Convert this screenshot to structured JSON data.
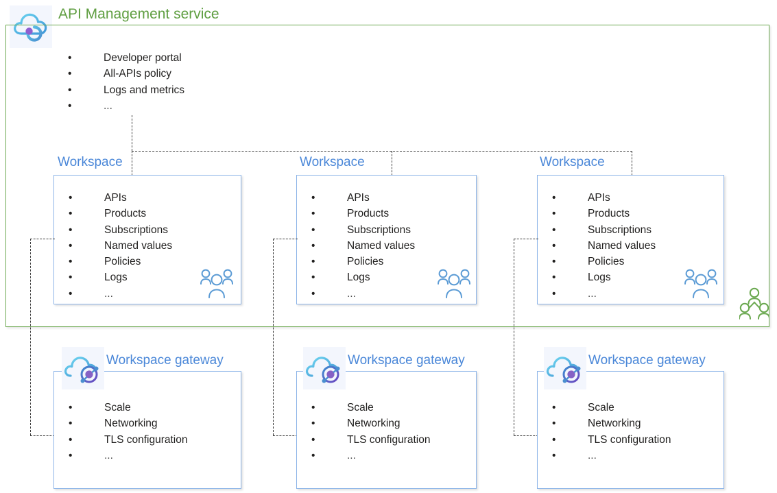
{
  "diagram": {
    "title": "API Management service architecture with workspaces and workspace gateways",
    "colors": {
      "service_border": "#6aa84f",
      "service_title": "#5f9e41",
      "card_border": "#8cb4e8",
      "card_title": "#4a87d8",
      "body_text": "#201f1e",
      "connector": "#3b3b3b",
      "icon_plate": "#f3f6fd",
      "people_blue": "#5b9bd5",
      "people_green": "#6aa84f",
      "cloud_blue": "#49c4ea",
      "gateway_purple": "#8661c5"
    }
  },
  "service": {
    "title": "API Management service",
    "icon": "api-management-cloud-icon",
    "items": [
      "Developer portal",
      "All-APIs policy",
      "Logs and metrics",
      "..."
    ],
    "group_icon": "people-group-green-icon"
  },
  "workspaces": [
    {
      "title": "Workspace",
      "items": [
        "APIs",
        "Products",
        "Subscriptions",
        "Named values",
        "Policies",
        "Logs",
        "..."
      ],
      "group_icon": "people-group-blue-icon"
    },
    {
      "title": "Workspace",
      "items": [
        "APIs",
        "Products",
        "Subscriptions",
        "Named values",
        "Policies",
        "Logs",
        "..."
      ],
      "group_icon": "people-group-blue-icon"
    },
    {
      "title": "Workspace",
      "items": [
        "APIs",
        "Products",
        "Subscriptions",
        "Named values",
        "Policies",
        "Logs",
        "..."
      ],
      "group_icon": "people-group-blue-icon"
    }
  ],
  "gateways": [
    {
      "title": "Workspace gateway",
      "icon": "workspace-gateway-cloud-icon",
      "items": [
        "Scale",
        "Networking",
        "TLS configuration",
        "..."
      ]
    },
    {
      "title": "Workspace gateway",
      "icon": "workspace-gateway-cloud-icon",
      "items": [
        "Scale",
        "Networking",
        "TLS configuration",
        "..."
      ]
    },
    {
      "title": "Workspace gateway",
      "icon": "workspace-gateway-cloud-icon",
      "items": [
        "Scale",
        "Networking",
        "TLS configuration",
        "..."
      ]
    }
  ]
}
